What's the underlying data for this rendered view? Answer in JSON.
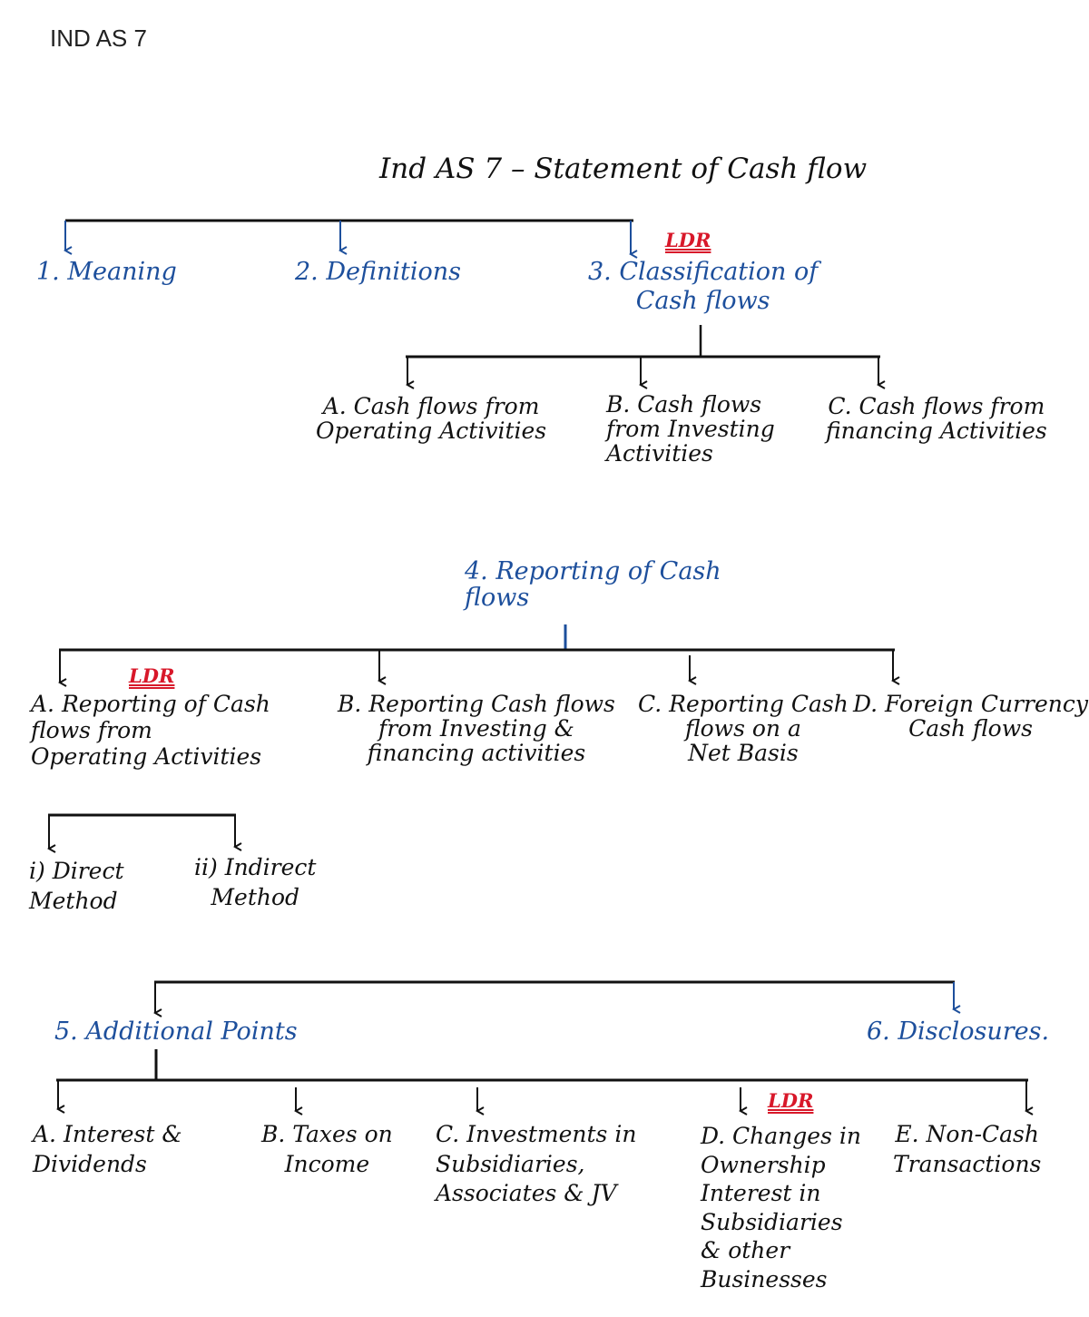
{
  "header": {
    "label": "IND AS 7"
  },
  "colors": {
    "ink": "#111111",
    "blue": "#1d4f9c",
    "red": "#d8182a"
  },
  "diagram": {
    "title": "Ind AS 7 – Statement of Cash flow",
    "top_nodes": {
      "meaning": "1. Meaning",
      "definitions": "2. Definitions",
      "classification": "3. Classification of\nCash flows",
      "classification_tag": "LDR"
    },
    "classification_children": {
      "operating": "A. Cash flows from\nOperating Activities",
      "investing": "B. Cash flows\nfrom Investing\nActivities",
      "financing": "C. Cash flows from\nfinancing Activities"
    },
    "reporting": {
      "title": "4. Reporting of Cash\nflows",
      "a": "A. Reporting of Cash\nflows from\nOperating Activities",
      "a_tag": "LDR",
      "b": "B. Reporting Cash flows\nfrom Investing &\nfinancing activities",
      "c": "C. Reporting Cash\nflows on a\nNet Basis",
      "d": "D. Foreign Currency\nCash flows",
      "direct": "i) Direct\nMethod",
      "indirect": "ii) Indirect\nMethod"
    },
    "additional": {
      "title": "5. Additional Points",
      "a": "A. Interest &\nDividends",
      "b": "B. Taxes on\nIncome",
      "c": "C. Investments in\nSubsidiaries,\nAssociates & JV",
      "d": "D. Changes in\nOwnership\nInterest in\nSubsidiaries\n& other\nBusinesses",
      "d_tag": "LDR",
      "e": "E. Non-Cash\nTransactions"
    },
    "disclosures": {
      "title": "6. Disclosures."
    }
  }
}
